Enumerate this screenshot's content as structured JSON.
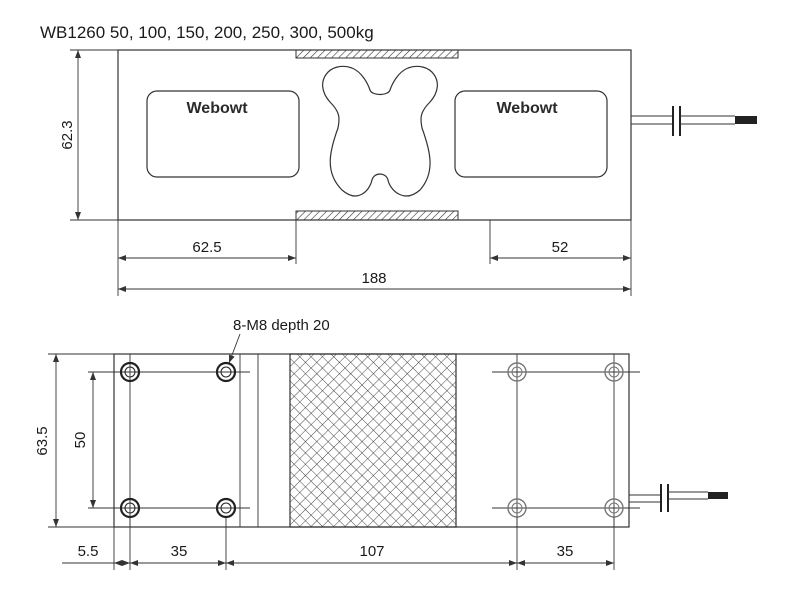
{
  "title": "WB1260 50, 100, 150, 200, 250, 300, 500kg",
  "brand_left": "Webowt",
  "brand_right": "Webowt",
  "top_view": {
    "height_label": "62.3",
    "left_segment_label": "62.5",
    "right_segment_label": "52",
    "total_length_label": "188"
  },
  "bottom_view": {
    "thread_note": "8-M8 depth 20",
    "height_label": "63.5",
    "hole_spacing_label": "50",
    "edge_offset_label": "5.5",
    "left_hole_pitch_label": "35",
    "middle_label": "107",
    "right_hole_pitch_label": "35"
  },
  "colors": {
    "line": "#333333",
    "background": "#ffffff",
    "cable_tip": "#222222"
  }
}
